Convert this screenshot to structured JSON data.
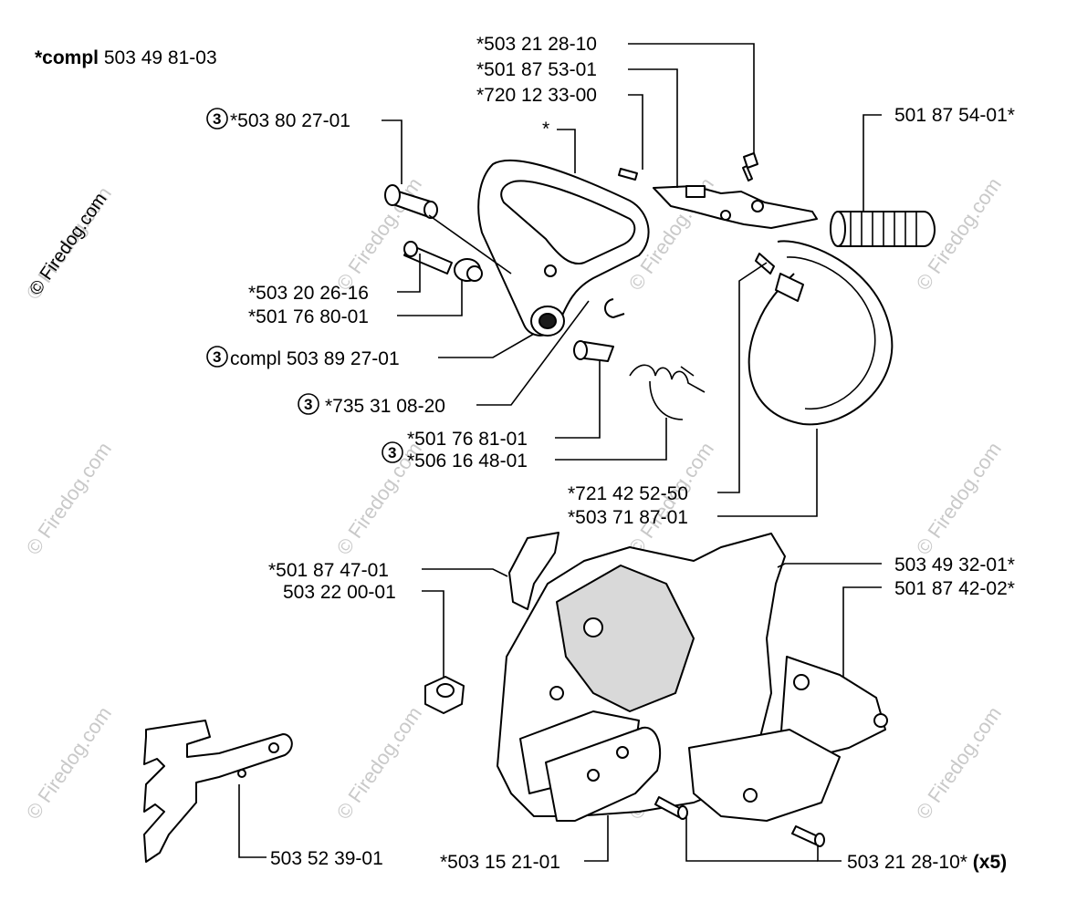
{
  "assembly": {
    "prefix": "*compl",
    "number": "503 49 81-03"
  },
  "watermark": "© Firedog.com",
  "labels": {
    "p1": "*503 21 28-10",
    "p2": "*501 87 53-01",
    "p3": "*720 12 33-00",
    "p4": "*",
    "p5": "*503 80 27-01",
    "p6": "501 87 54-01*",
    "p7": "*503 20 26-16",
    "p8": "*501 76 80-01",
    "p9": "compl 503 89 27-01",
    "p10": "*735 31 08-20",
    "p11": "*501 76 81-01",
    "p12": "*506 16 48-01",
    "p13": "*721 42 52-50",
    "p14": "*503 71 87-01",
    "p15": "*501 87 47-01",
    "p16": "503 22 00-01",
    "p17": "503 49 32-01*",
    "p18": "501 87 42-02*",
    "p19": "503 52 39-01",
    "p20": "*503 15 21-01",
    "p21": "503 21 28-10*",
    "p21_qty": "(x5)"
  },
  "ref_marker": "3"
}
